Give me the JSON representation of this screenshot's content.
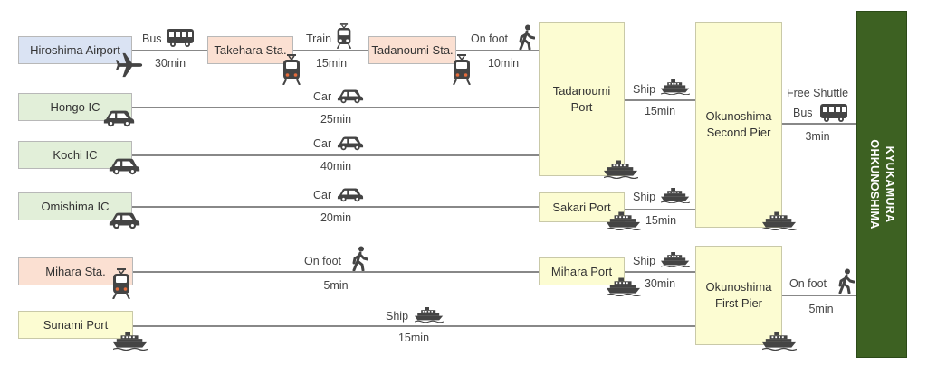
{
  "nodes": {
    "hiroshima_airport": "Hiroshima Airport",
    "takehara_sta": "Takehara Sta.",
    "tadanoumi_sta": "Tadanoumi Sta.",
    "hongo_ic": "Hongo IC",
    "kochi_ic": "Kochi IC",
    "omishima_ic": "Omishima IC",
    "mihara_sta": "Mihara Sta.",
    "sunami_port": "Sunami Port",
    "tadanoumi_port_1": "Tadanoumi",
    "tadanoumi_port_2": "Port",
    "sakari_port": "Sakari Port",
    "mihara_port": "Mihara Port",
    "okunoshima_second_1": "Okunoshima",
    "okunoshima_second_2": "Second Pier",
    "okunoshima_first_1": "Okunoshima",
    "okunoshima_first_2": "First Pier",
    "destination_1": "KYUKAMURA",
    "destination_2": "OHKUNOSHIMA"
  },
  "routes": {
    "airport_takehara": {
      "mode": "Bus",
      "time": "30min",
      "icon": "bus-icon"
    },
    "takehara_tadanoumi": {
      "mode": "Train",
      "time": "15min",
      "icon": "train-icon"
    },
    "tadanoumi_sta_port": {
      "mode": "On foot",
      "time": "10min",
      "icon": "walking-person-icon"
    },
    "hongo_port": {
      "mode": "Car",
      "time": "25min",
      "icon": "car-icon"
    },
    "kochi_port": {
      "mode": "Car",
      "time": "40min",
      "icon": "car-icon"
    },
    "omishima_sakari": {
      "mode": "Car",
      "time": "20min",
      "icon": "car-icon"
    },
    "tadanoumi_second": {
      "mode": "Ship",
      "time": "15min",
      "icon": "ship-icon"
    },
    "sakari_second": {
      "mode": "Ship",
      "time": "15min",
      "icon": "ship-icon"
    },
    "second_destination": {
      "mode_1": "Free Shuttle",
      "mode_2": "Bus",
      "time": "3min",
      "icon": "bus-icon"
    },
    "mihara_sta_port": {
      "mode": "On foot",
      "time": "5min",
      "icon": "walking-person-icon"
    },
    "mihara_port_first": {
      "mode": "Ship",
      "time": "30min",
      "icon": "ship-icon"
    },
    "sunami_first": {
      "mode": "Ship",
      "time": "15min",
      "icon": "ship-icon"
    },
    "first_destination": {
      "mode": "On foot",
      "time": "5min",
      "icon": "walking-person-icon"
    }
  },
  "colors": {
    "airport": "#dae3f3",
    "station": "#fbe0d2",
    "interchange": "#e2efd9",
    "port": "#fcfcd2",
    "destination": "#3d6122",
    "icon": "#444444",
    "line": "#888888"
  }
}
